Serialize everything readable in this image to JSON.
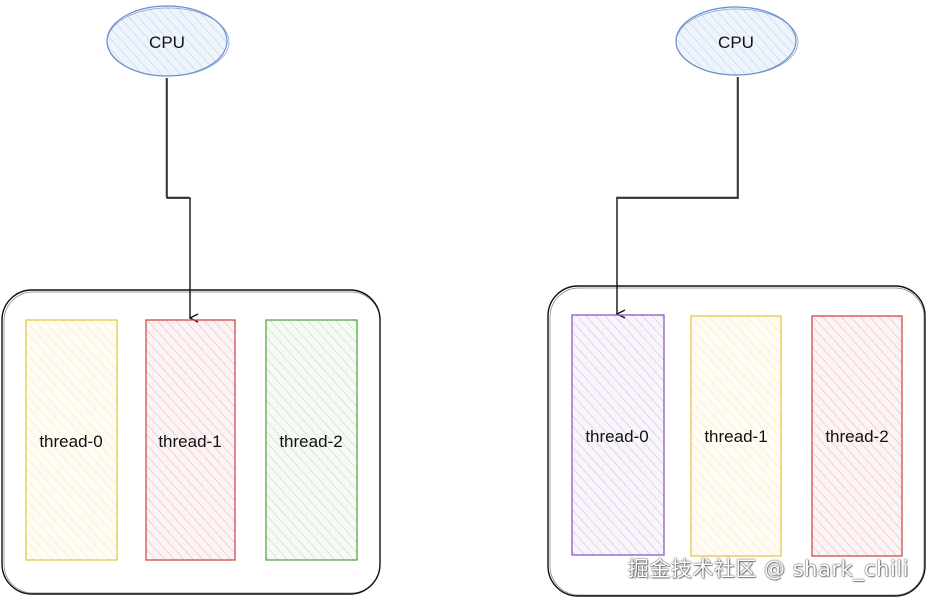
{
  "panels": [
    {
      "cpu": {
        "label": "CPU",
        "color": "#6b8fc9"
      },
      "pointer_to_thread": 1,
      "threads": [
        {
          "label": "thread-0",
          "color": "#e8c74a"
        },
        {
          "label": "thread-1",
          "color": "#cf4a4a"
        },
        {
          "label": "thread-2",
          "color": "#5aa64a"
        }
      ]
    },
    {
      "cpu": {
        "label": "CPU",
        "color": "#6b8fc9"
      },
      "pointer_to_thread": 0,
      "threads": [
        {
          "label": "thread-0",
          "color": "#8a5bc2"
        },
        {
          "label": "thread-1",
          "color": "#e8c74a"
        },
        {
          "label": "thread-2",
          "color": "#cf4a4a"
        }
      ]
    }
  ],
  "watermark": {
    "text": "掘金技术社区 @ shark_chili"
  },
  "colors": {
    "stroke": "#111111",
    "cpu_fill": "#eef4fb"
  }
}
